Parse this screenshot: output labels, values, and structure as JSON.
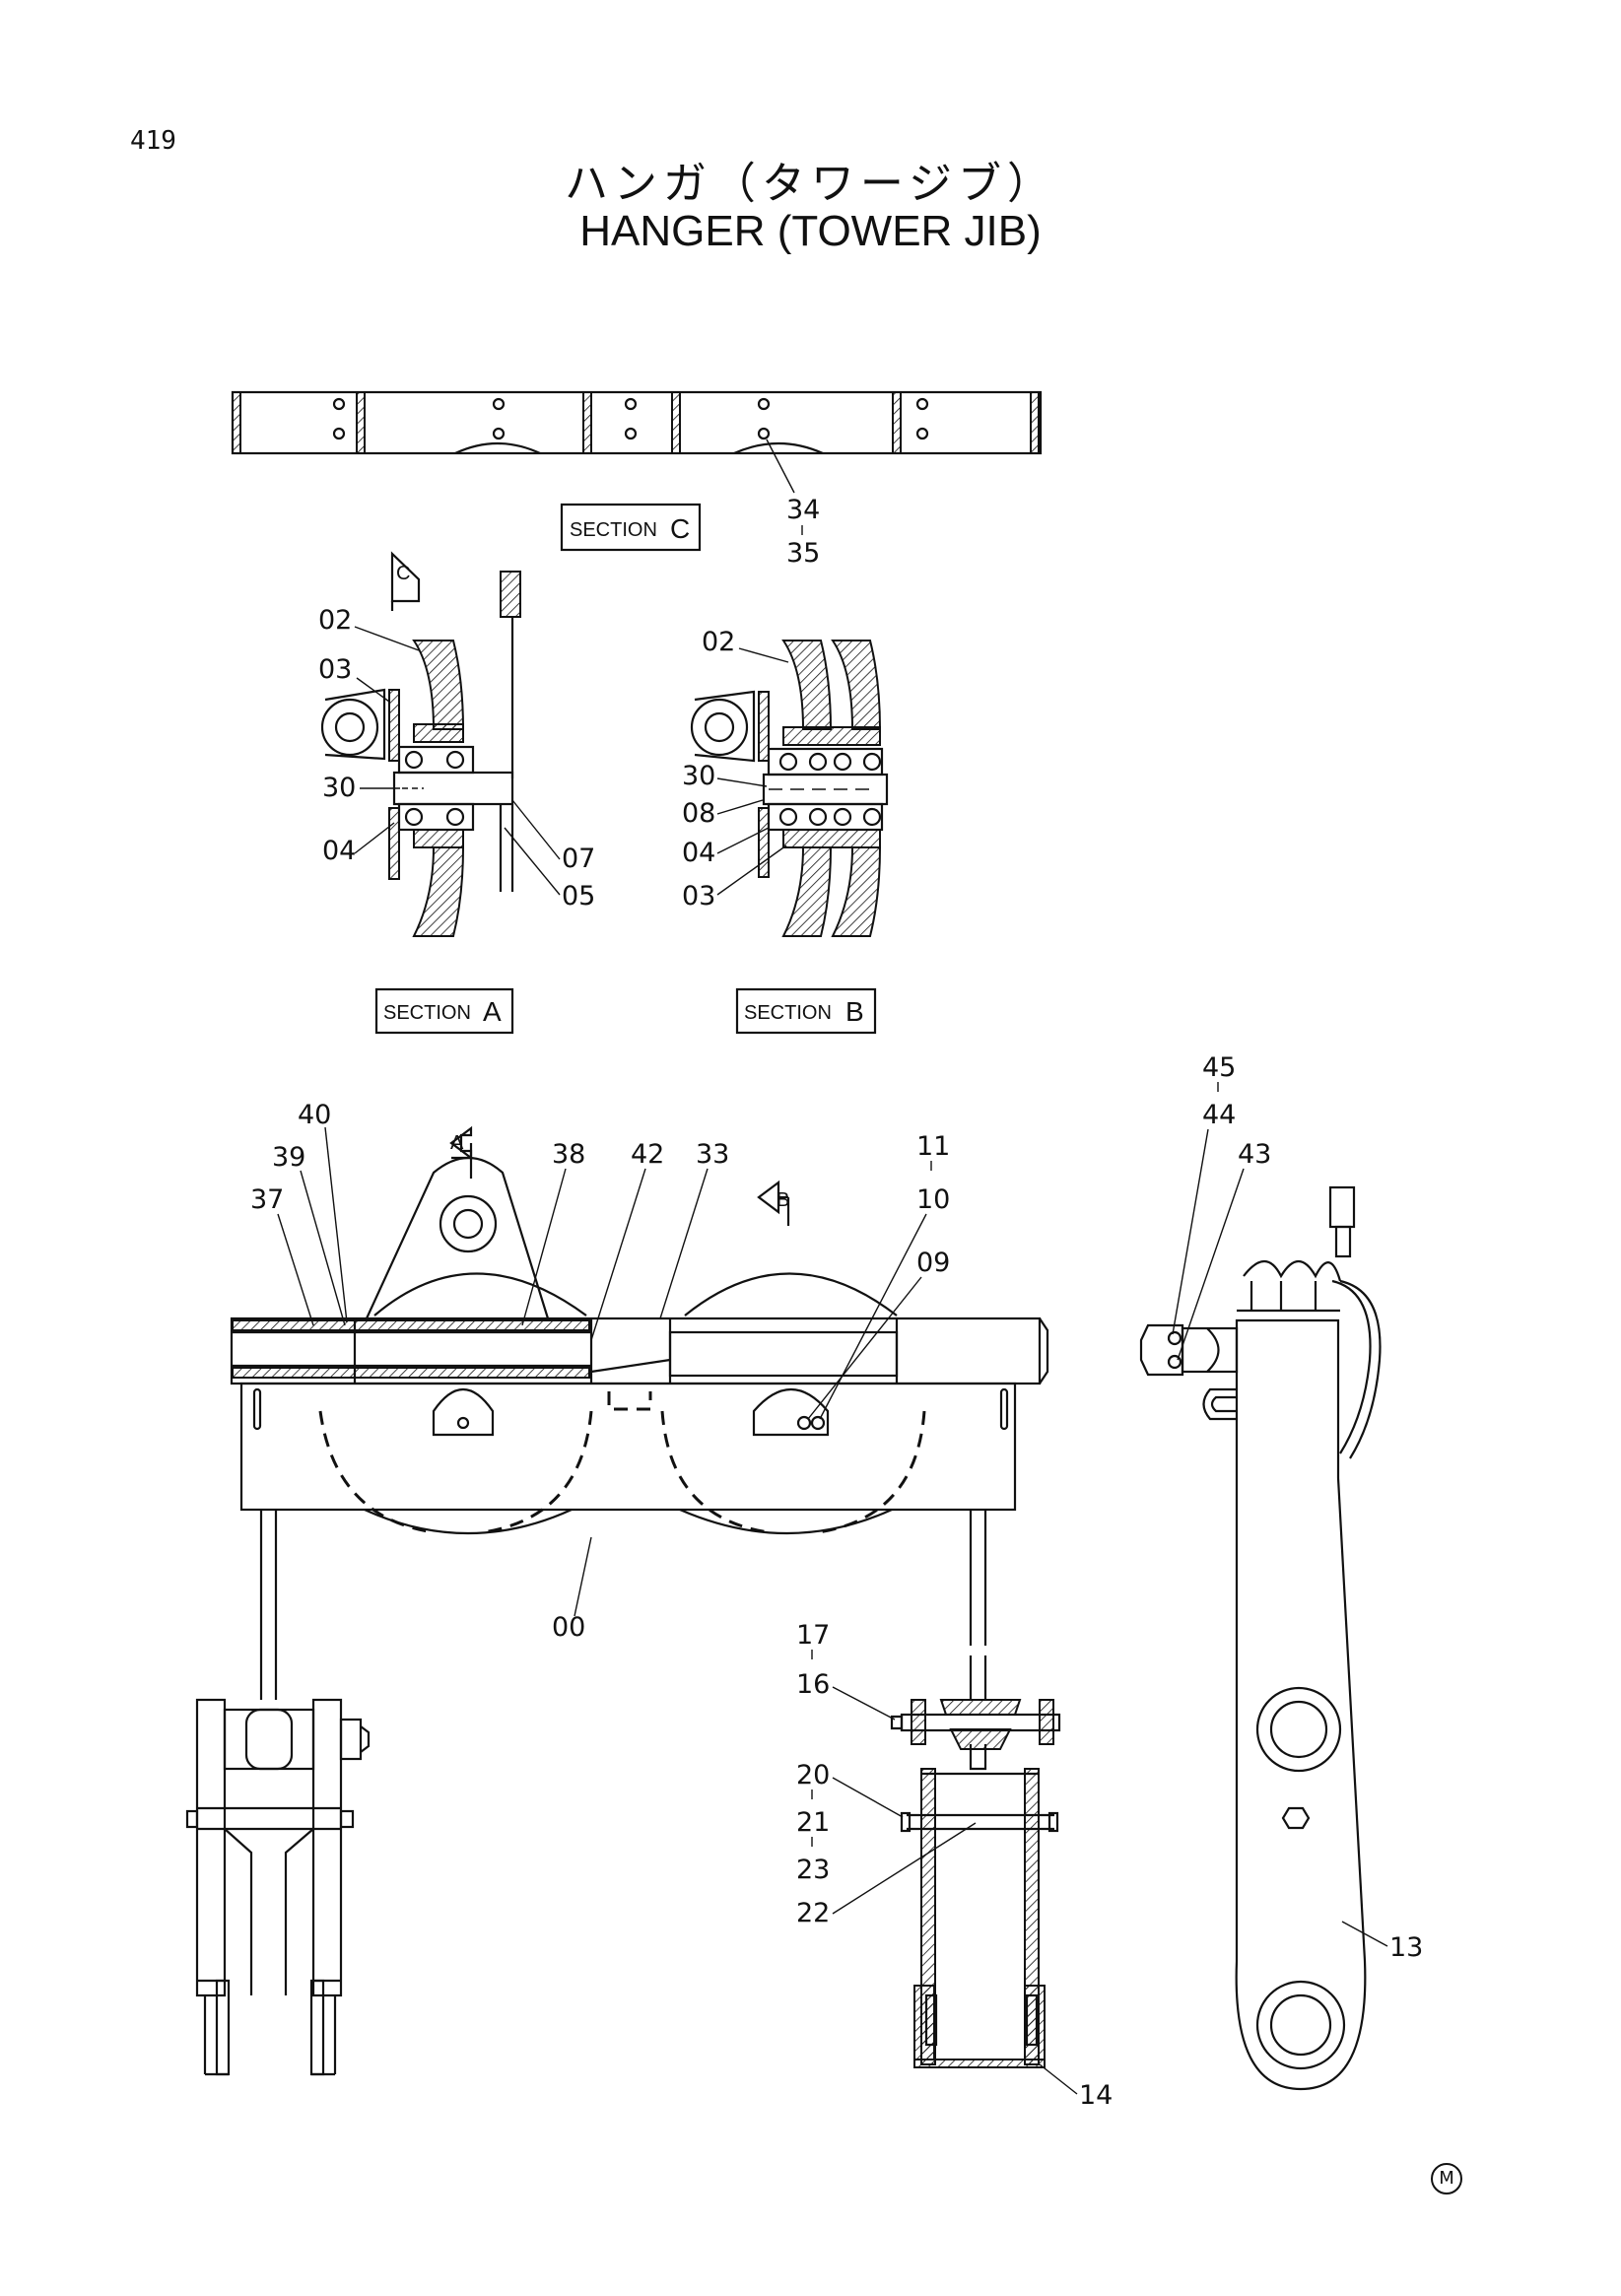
{
  "page_number": "419",
  "title_jp": "ハンガ（タワージブ）",
  "title_en": "HANGER (TOWER JIB)",
  "section_labels": {
    "section_word": "SECTION",
    "a": "A",
    "b": "B",
    "c": "C"
  },
  "view_arrows": {
    "a": "A",
    "b": "B",
    "c": "C"
  },
  "callouts": {
    "c34": "34",
    "c35": "35",
    "a02": "02",
    "a03": "03",
    "a30": "30",
    "a04": "04",
    "a07": "07",
    "a05": "05",
    "b02": "02",
    "b30": "30",
    "b08": "08",
    "b04": "04",
    "b03": "03",
    "m40": "40",
    "m39": "39",
    "m37": "37",
    "m38": "38",
    "m42": "42",
    "m33": "33",
    "m11": "11",
    "m10": "10",
    "m09": "09",
    "m00": "00",
    "s45": "45",
    "s44": "44",
    "s43": "43",
    "s13": "13",
    "l17": "17",
    "l16": "16",
    "l20": "20",
    "l21": "21",
    "l23": "23",
    "l22": "22",
    "l14": "14"
  },
  "mark": "M"
}
